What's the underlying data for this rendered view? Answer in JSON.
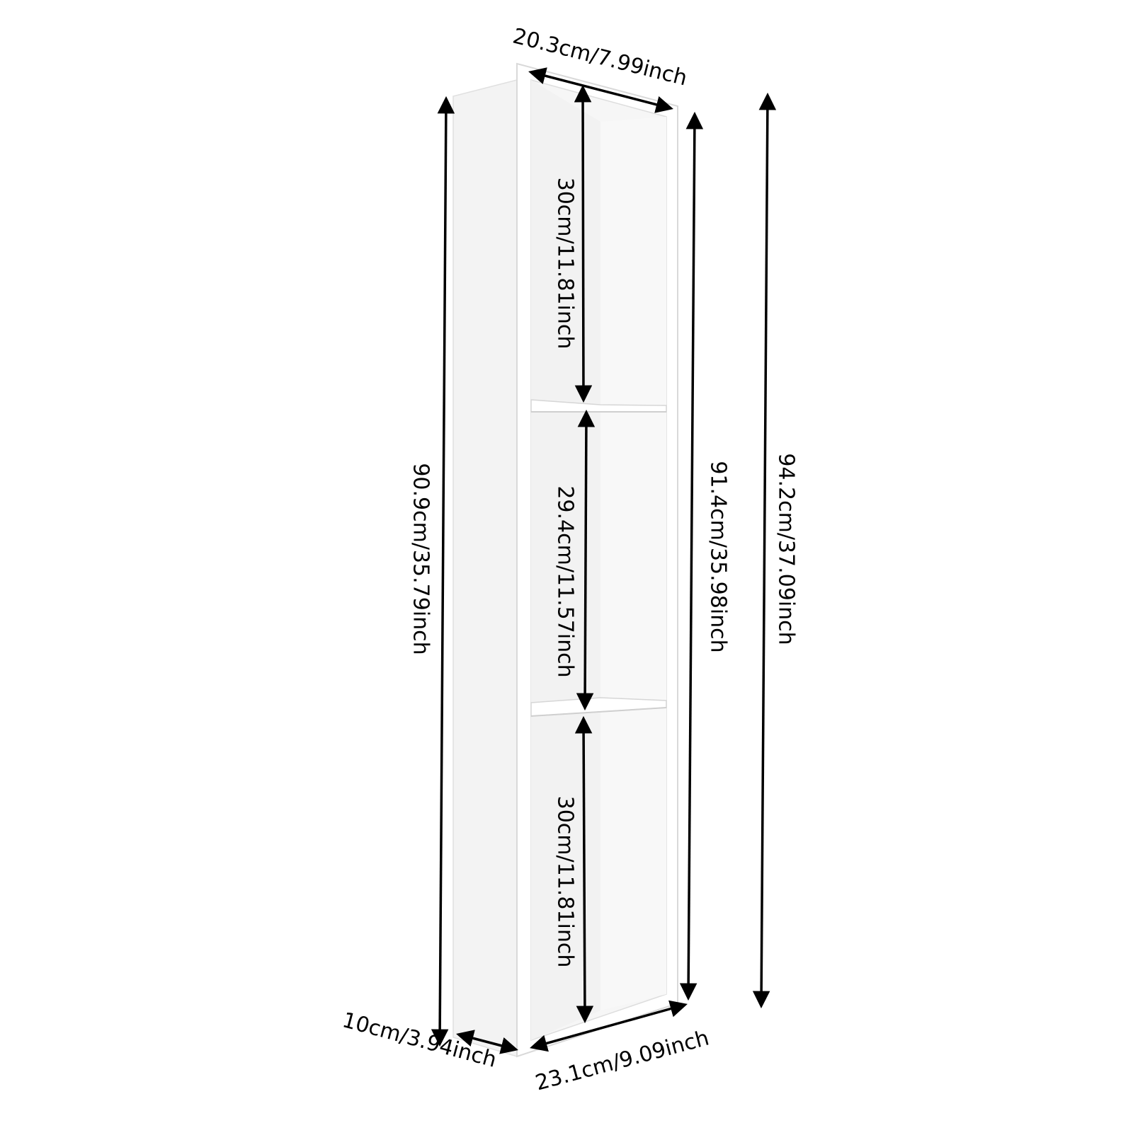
{
  "colors": {
    "line": "#000000",
    "shelf_front": "#ffffff",
    "shelf_side": "#f3f3f3",
    "shelf_interior": "#f6f6f6",
    "shelf_edge": "#d9d9d9"
  },
  "dimensions": {
    "top_width": "20.3cm/7.99inch",
    "bottom_width": "23.1cm/9.09inch",
    "depth": "10cm/3.94inch",
    "height_back": "90.9cm/35.79inch",
    "height_front": "91.4cm/35.98inch",
    "height_total": "94.2cm/37.09inch",
    "compartment_top": "30cm/11.81inch",
    "compartment_middle": "29.4cm/11.57inch",
    "compartment_bottom": "30cm/11.81inch"
  }
}
